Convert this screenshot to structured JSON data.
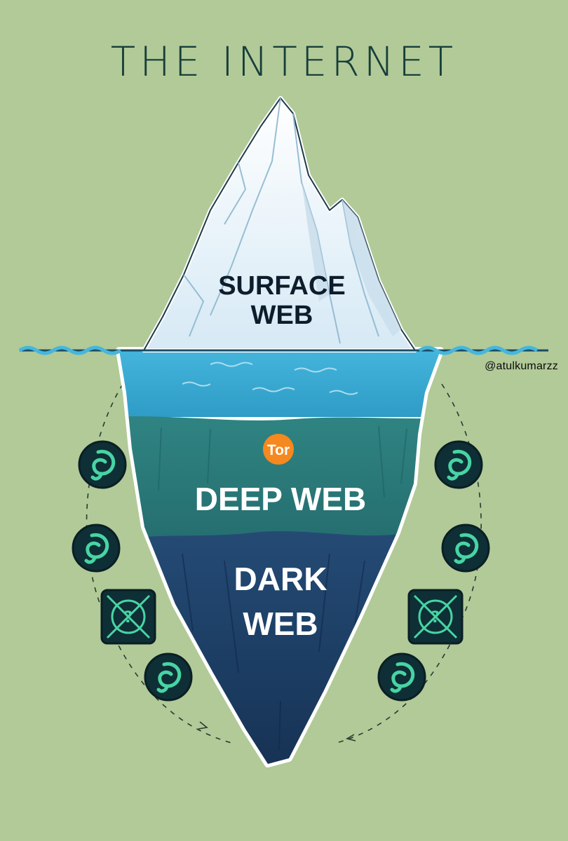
{
  "diagram": {
    "title": "THE INTERNET",
    "layers": {
      "surface": {
        "line1": "SURFACE",
        "line2": "WEB"
      },
      "deep": {
        "label": "DEEP WEB"
      },
      "dark": {
        "line1": "DARK",
        "line2": "WEB"
      }
    },
    "tor_badge": "Tor",
    "credit": "@atulkumarzz"
  },
  "colors": {
    "background": "#b1ca98",
    "title": "#173e3a",
    "ice": "#e9f3f9",
    "water": "#3aa9d2",
    "deep": "#2b7876",
    "dark": "#1f3f66",
    "tor": "#f5891f",
    "icon_accent": "#48d4a4"
  },
  "icons": {
    "left": [
      "swirl-icon",
      "swirl-icon",
      "crossed-logo-icon",
      "swirl-icon"
    ],
    "right": [
      "swirl-icon",
      "swirl-icon",
      "crossed-logo-icon",
      "swirl-icon"
    ]
  }
}
